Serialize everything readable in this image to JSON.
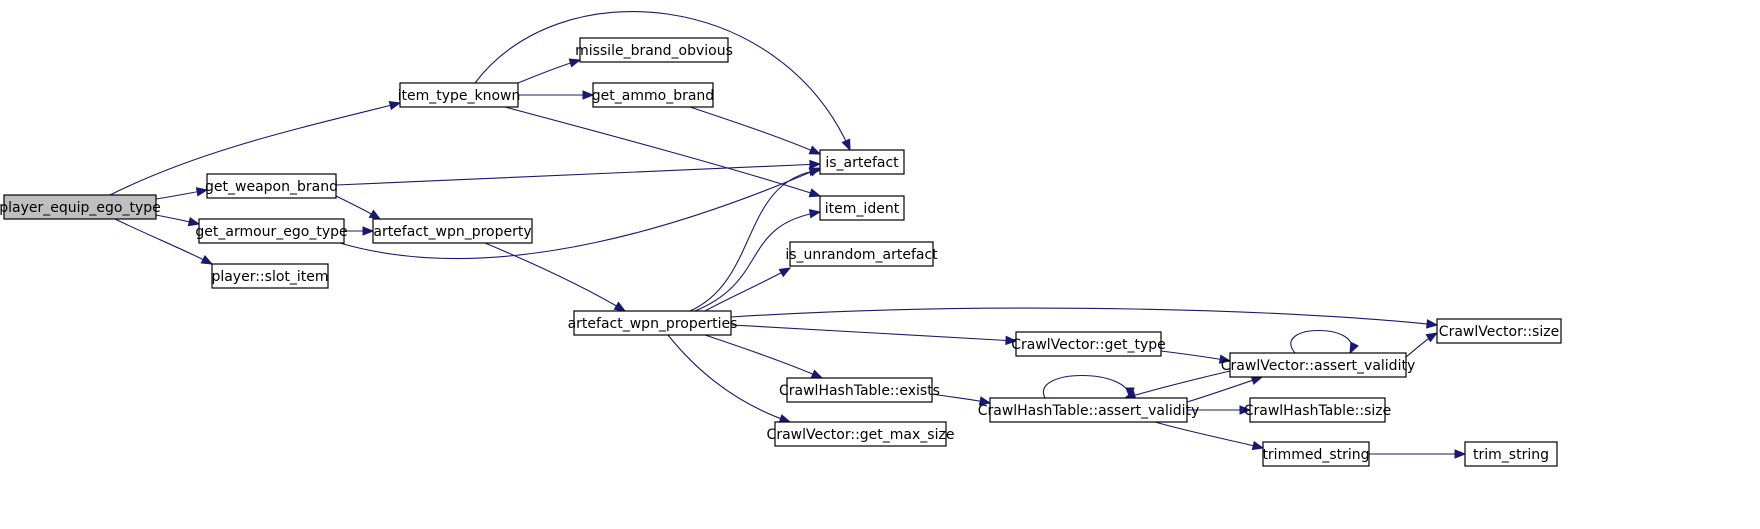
{
  "graph": {
    "colors": {
      "edge": "#191970",
      "node_border": "#000000",
      "root_fill": "#bfbfbf",
      "node_fill": "#ffffff"
    },
    "nodes": {
      "player_equip_ego_type": "player_equip_ego_type",
      "item_type_known": "item_type_known",
      "missile_brand_obvious": "missile_brand_obvious",
      "get_ammo_brand": "get_ammo_brand",
      "is_artefact": "is_artefact",
      "get_weapon_brand": "get_weapon_brand",
      "item_ident": "item_ident",
      "get_armour_ego_type": "get_armour_ego_type",
      "artefact_wpn_property": "artefact_wpn_property",
      "is_unrandom_artefact": "is_unrandom_artefact",
      "player_slot_item": "player::slot_item",
      "artefact_wpn_properties": "artefact_wpn_properties",
      "crawlvector_size": "CrawlVector::size",
      "crawlvector_get_type": "CrawlVector::get_type",
      "crawlvector_assert_validity": "CrawlVector::assert_validity",
      "crawlhashtable_exists": "CrawlHashTable::exists",
      "crawlhashtable_assert_validity": "CrawlHashTable::assert_validity",
      "crawlhashtable_size": "CrawlHashTable::size",
      "crawlvector_get_max_size": "CrawlVector::get_max_size",
      "trimmed_string": "trimmed_string",
      "trim_string": "trim_string"
    },
    "root": "player_equip_ego_type"
  }
}
